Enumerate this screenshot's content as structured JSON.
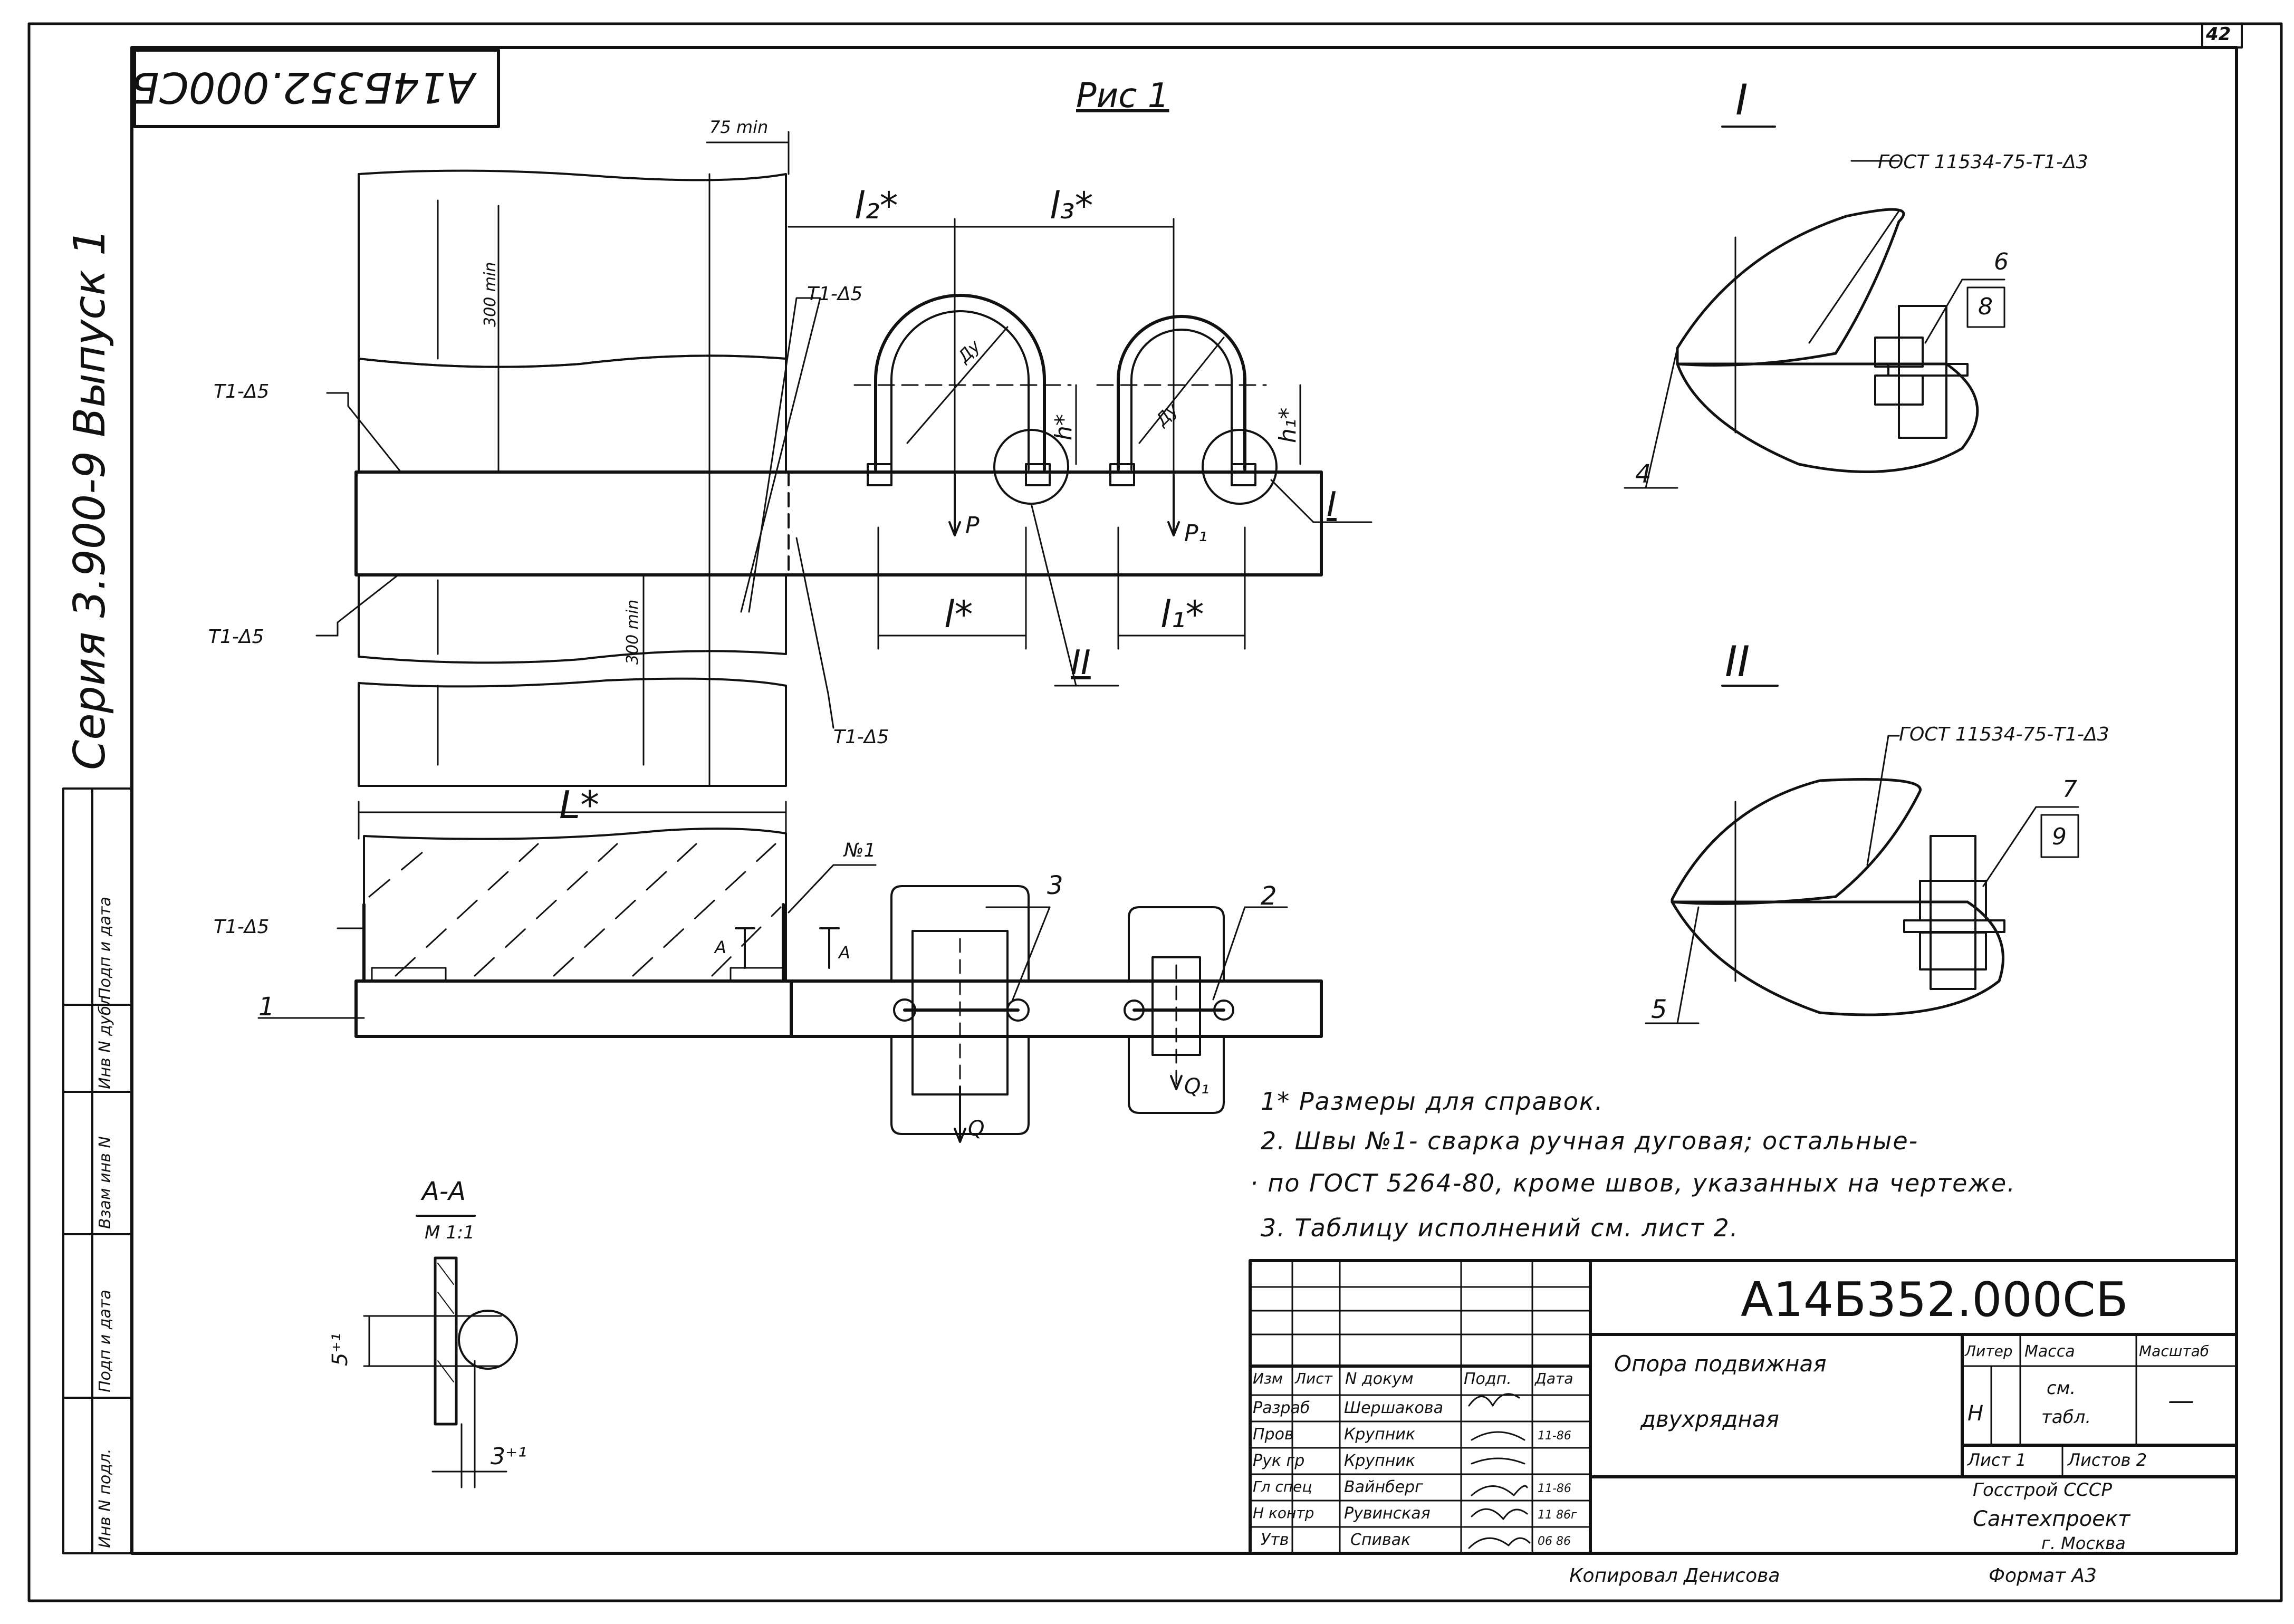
{
  "sheet_number": "42",
  "doc_code_rotated": "A14Б352.000СБ",
  "series": "Серия 3.900-9 Выпуск 1",
  "figure_title": "Рис 1",
  "dims": {
    "d75": "75 min",
    "d300a": "300 min",
    "d300b": "300 min",
    "l2": "l₂*",
    "l3": "l₃*",
    "l": "l*",
    "l1": "l₁*",
    "L": "L*",
    "h": "h*",
    "h1": "h₁*",
    "du_a": "Ду",
    "du_b": "Ду"
  },
  "weld_marks": {
    "w1": "Т1-Δ5",
    "w2": "Т1-Δ5",
    "w3": "Т1-Δ5",
    "w4": "Т1-Δ5",
    "w5": "Т1-Δ5",
    "n1": "№1"
  },
  "loads": {
    "P": "P",
    "P1": "P₁",
    "Q": "Q",
    "Q1": "Q₁"
  },
  "callouts": {
    "I_main": "I",
    "II_main": "II",
    "c1": "1",
    "c2": "2",
    "c3": "3",
    "A_left": "А",
    "A_right": "А"
  },
  "section_AA": {
    "title": "А-А",
    "scale": "М 1:1",
    "dim_5": "5⁺¹",
    "dim_3": "3⁺¹"
  },
  "detail_I": {
    "title": "I",
    "gost": "ГОСТ 11534-75-Т1-Δ3",
    "c6": "6",
    "c8": "8",
    "c4": "4"
  },
  "detail_II": {
    "title": "II",
    "gost": "ГОСТ 11534-75-Т1-Δ3",
    "c7": "7",
    "c9": "9",
    "c5": "5"
  },
  "notes": [
    "1* Размеры для справок.",
    "2. Швы №1- сварка ручная дуговая; остальные-",
    "· по ГОСТ 5264-80, кроме швов, указанных на чертеже.",
    "3. Таблицу исполнений см. лист 2."
  ],
  "title_block": {
    "doc_code": "А14Б352.000СБ",
    "name_line1": "Опора подвижная",
    "name_line2": "двухрядная",
    "hdr_izm": "Изм",
    "hdr_list": "Лист",
    "hdr_ndok": "N докум",
    "hdr_podp": "Подп.",
    "hdr_data": "Дата",
    "roles": [
      "Разраб",
      "Пров",
      "Рук гр",
      "Гл спец",
      "Н контр",
      "Утв"
    ],
    "names": [
      "Шершакова",
      "Крупник",
      "Крупник",
      "Вайнберг",
      "Рувинская",
      "Спивак"
    ],
    "dates": [
      "",
      "11-86",
      "",
      "11-86",
      "11 86г",
      "06 86"
    ],
    "liter_hdr": "Литер",
    "mass_hdr": "Масса",
    "scale_hdr": "Масштаб",
    "liter": "Н",
    "mass_line1": "см.",
    "mass_line2": "табл.",
    "scale": "—",
    "sheet": "Лист 1",
    "sheets": "Листов 2",
    "org1": "Госстрой СССР",
    "org2": "Сантехпроект",
    "city": "г. Москва"
  },
  "left_strip": [
    "Инв N подл.",
    "Подп и дата",
    "Взам инв N",
    "Инв N дубл",
    "Подп и дата"
  ],
  "footer": {
    "copied": "Копировал  Денисова",
    "format": "Формат  А3"
  }
}
